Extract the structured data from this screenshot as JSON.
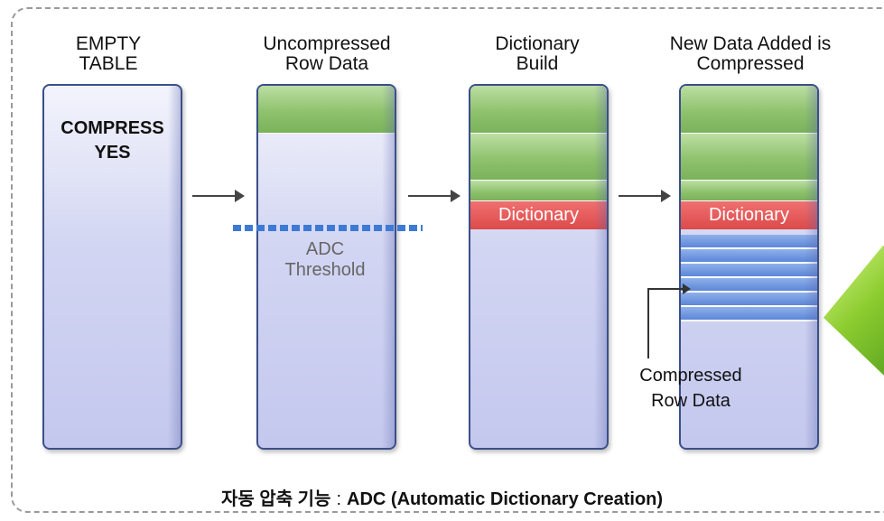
{
  "columns": [
    {
      "title_line1": "EMPTY",
      "title_line2": "TABLE",
      "body_line1": "COMPRESS",
      "body_line2": "YES"
    },
    {
      "title_line1": "Uncompressed",
      "title_line2": "Row Data"
    },
    {
      "title_line1": "Dictionary",
      "title_line2": "Build",
      "dictionary_label": "Dictionary"
    },
    {
      "title_line1": "New Data Added is",
      "title_line2": "Compressed",
      "dictionary_label": "Dictionary"
    }
  ],
  "threshold": {
    "line1": "ADC",
    "line2": "Threshold"
  },
  "compressed_row_data": {
    "line1": "Compressed",
    "line2": "Row Data"
  },
  "footer": {
    "korean": "자동 압축 기능",
    "separator": ":",
    "english": "ADC (Automatic Dictionary Creation)"
  },
  "colors": {
    "table_fill": "#c9ccf0",
    "table_border": "#3b4f8a",
    "row_data_green": "#8fc26d",
    "dictionary_red": "#dc4a4a",
    "compressed_blue": "#5c86d8",
    "threshold_blue": "#3d7ad6",
    "leaf_green": "#8ccc2f"
  }
}
